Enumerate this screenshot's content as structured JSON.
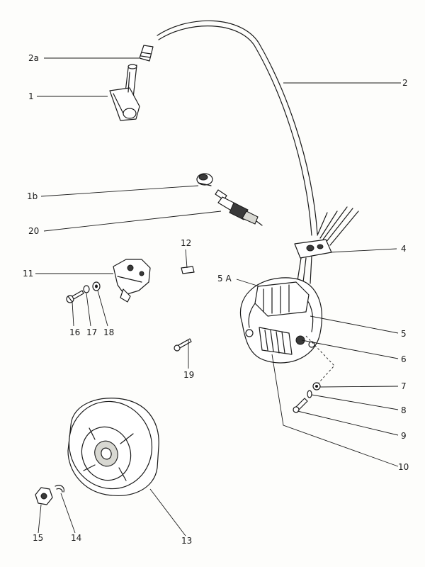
{
  "callouts": {
    "c1": "1",
    "c1b": "1b",
    "c2": "2",
    "c2a": "2a",
    "c4": "4",
    "c5": "5",
    "c5a": "5 A",
    "c6": "6",
    "c7": "7",
    "c8": "8",
    "c9": "9",
    "c10": "10",
    "c11": "11",
    "c12": "12",
    "c13": "13",
    "c14": "14",
    "c15": "15",
    "c16": "16",
    "c17": "17",
    "c18": "18",
    "c19": "19",
    "c20": "20"
  }
}
